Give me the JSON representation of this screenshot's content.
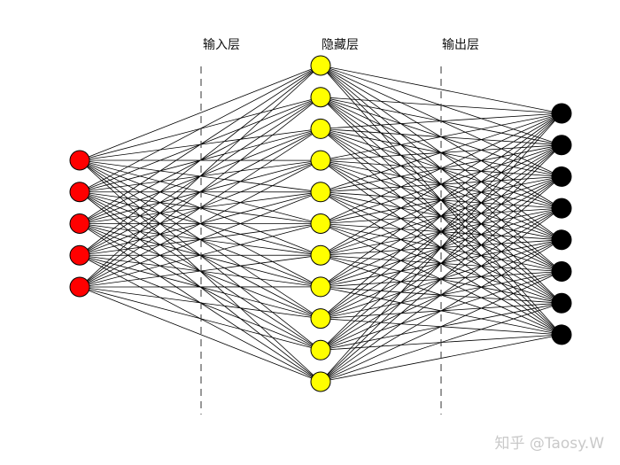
{
  "labels": {
    "input": "输入层",
    "hidden": "隐藏层",
    "output": "输出层"
  },
  "watermark": "知乎 @Taosy.W",
  "layers": {
    "input": {
      "count": 5,
      "color": "#ff0000"
    },
    "hidden": {
      "count": 11,
      "color": "#ffff00"
    },
    "output": {
      "count": 8,
      "color": "#000000"
    }
  },
  "connections": "fully-connected",
  "separator_style": "dashed"
}
